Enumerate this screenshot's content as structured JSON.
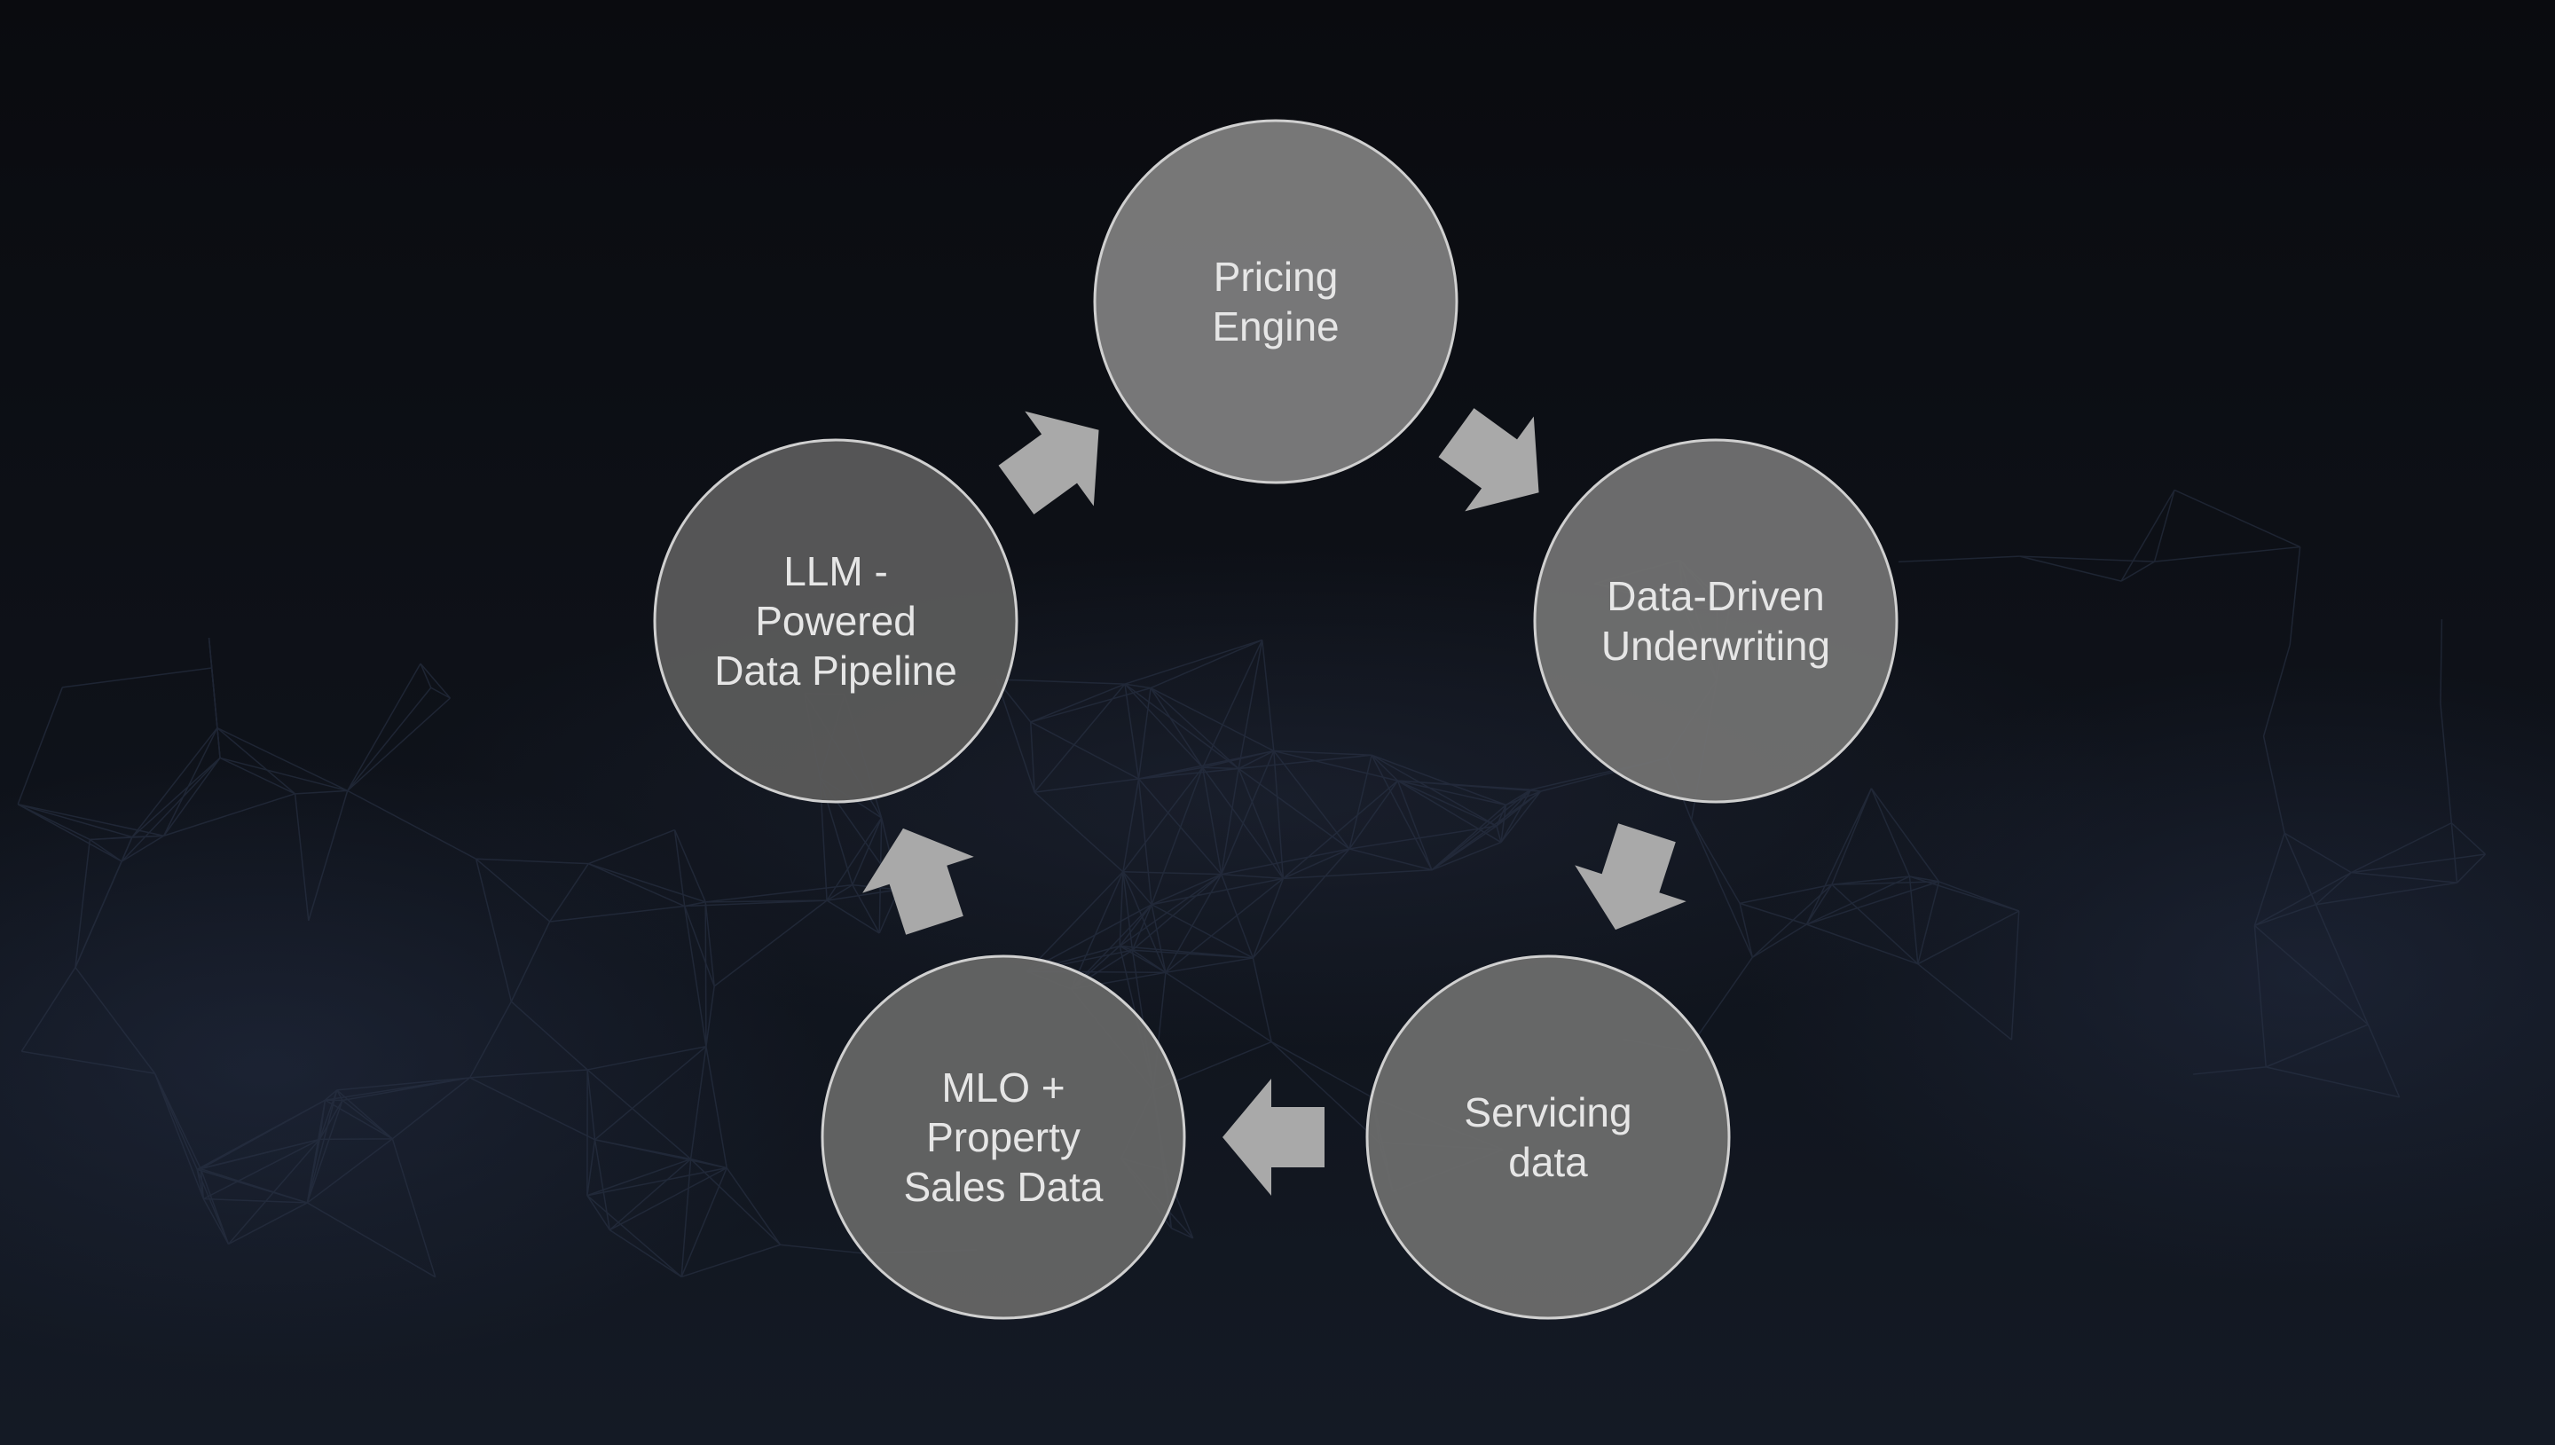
{
  "colors": {
    "circle_stroke": "#d0d0d0",
    "arrow": "#a9a9a9",
    "text": "#e6e6e6"
  },
  "nodes": [
    {
      "id": "pricing-engine",
      "lines": [
        "Pricing",
        "Engine"
      ],
      "fill": "#7d7d7d"
    },
    {
      "id": "data-driven-underwriting",
      "lines": [
        "Data-Driven",
        "Underwriting"
      ],
      "fill": "#717171"
    },
    {
      "id": "servicing-data",
      "lines": [
        "Servicing",
        "data"
      ],
      "fill": "#6b6b6b"
    },
    {
      "id": "mlo-property-sales-data",
      "lines": [
        "MLO +",
        "Property",
        "Sales Data"
      ],
      "fill": "#656565"
    },
    {
      "id": "llm-powered-data-pipeline",
      "lines": [
        "LLM -",
        "Powered",
        "Data Pipeline"
      ],
      "fill": "#5a5a5a"
    }
  ]
}
